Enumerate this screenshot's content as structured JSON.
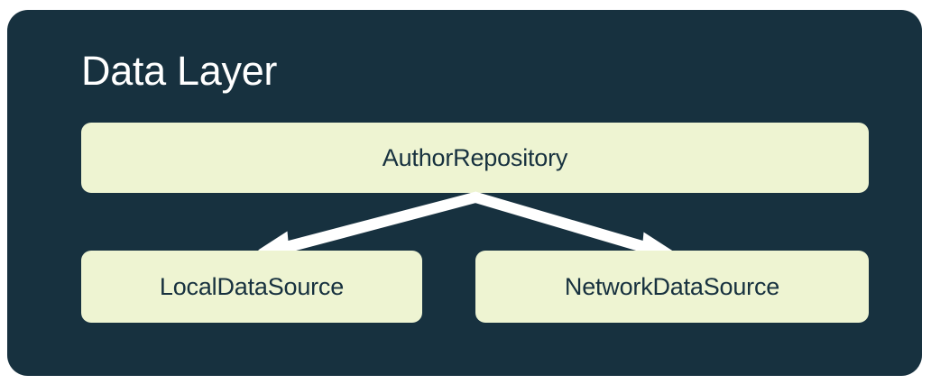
{
  "diagram": {
    "type": "architecture-layer-diagram",
    "title": "Data Layer",
    "colors": {
      "panel_background": "#17313f",
      "node_background": "#eef4d2",
      "node_text": "#17313f",
      "title_text": "#ffffff",
      "arrow": "#ffffff",
      "canvas": "#ffffff"
    },
    "nodes": [
      {
        "id": "author-repository",
        "label": "AuthorRepository",
        "role": "repository"
      },
      {
        "id": "local-data-source",
        "label": "LocalDataSource",
        "role": "data-source"
      },
      {
        "id": "network-data-source",
        "label": "NetworkDataSource",
        "role": "data-source"
      }
    ],
    "edges": [
      {
        "from": "author-repository",
        "to": "local-data-source",
        "style": "solid-arrow"
      },
      {
        "from": "author-repository",
        "to": "network-data-source",
        "style": "solid-arrow"
      }
    ]
  }
}
